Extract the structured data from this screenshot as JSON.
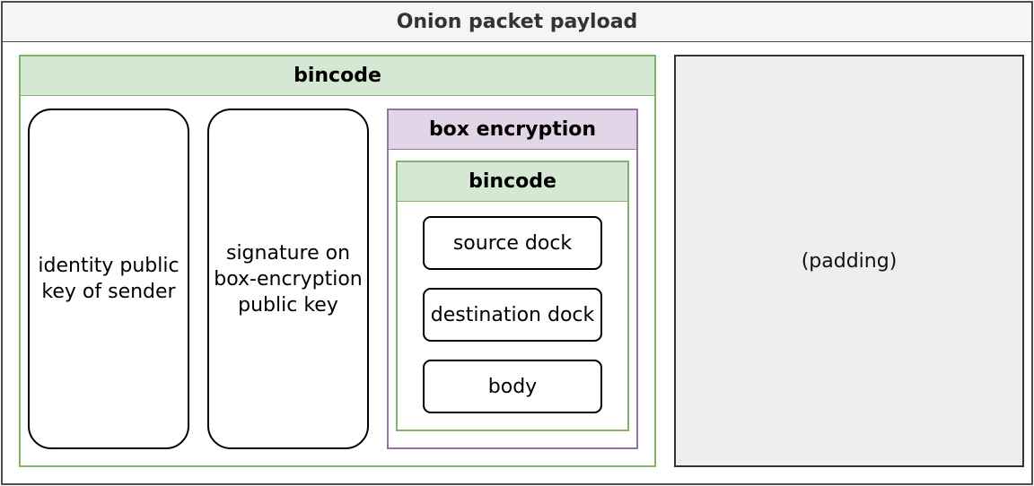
{
  "diagram": {
    "outer": {
      "title": "Onion packet payload"
    },
    "bincode_outer": {
      "title": "bincode",
      "identity_label": "identity public key of sender",
      "signature_label": "signature on box-encryption public key",
      "box_encryption": {
        "title": "box encryption",
        "bincode_inner": {
          "title": "bincode",
          "fields": [
            "source dock",
            "destination dock",
            "body"
          ]
        }
      }
    },
    "padding_label": "(padding)"
  },
  "colors": {
    "frame_border": "#4d4d4d",
    "frame_header": "#f5f5f5",
    "green_border": "#82b366",
    "green_fill": "#d5e8d4",
    "purple_border": "#9673a6",
    "purple_fill": "#e1d5e7",
    "padding_fill": "#eeeeee"
  }
}
